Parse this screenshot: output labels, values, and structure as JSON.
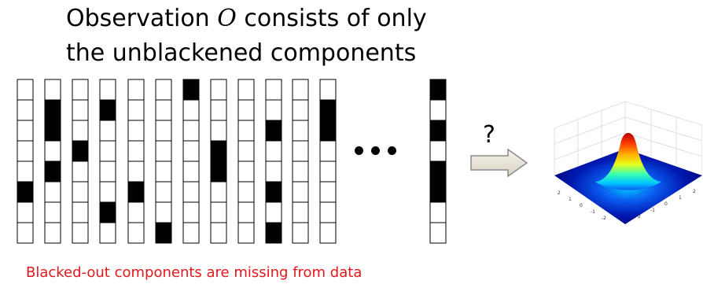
{
  "title": {
    "before": "Observation ",
    "variable": "O",
    "after": " consists of only",
    "line2": "the unblackened components"
  },
  "caption": "Blacked-out components are missing from data",
  "question_mark": "?",
  "ellipsis": "...",
  "colors": {
    "caption": "#e3171b",
    "cell_missing": "#000000",
    "cell_observed": "#ffffff",
    "arrow_fill": "#ebe7dc",
    "arrow_stroke": "#8a8a8a"
  },
  "observations": [
    {
      "missing": [
        5
      ]
    },
    {
      "missing": [
        1,
        2,
        4
      ]
    },
    {
      "missing": [
        3
      ]
    },
    {
      "missing": [
        1,
        6
      ]
    },
    {
      "missing": [
        5
      ]
    },
    {
      "missing": [
        7
      ]
    },
    {
      "missing": [
        0
      ]
    },
    {
      "missing": [
        3,
        4
      ]
    },
    {
      "missing": []
    },
    {
      "missing": [
        2,
        5,
        7
      ]
    },
    {
      "missing": []
    },
    {
      "missing": [
        1,
        2
      ]
    },
    {
      "missing": [
        0,
        2,
        4,
        5
      ]
    }
  ],
  "cells_per_observation": 8,
  "surface_ticks": {
    "left_axis": [
      "2",
      "1",
      "0",
      "-1",
      "-2"
    ],
    "right_axis": [
      "-2",
      "-1",
      "0",
      "1",
      "2"
    ]
  }
}
